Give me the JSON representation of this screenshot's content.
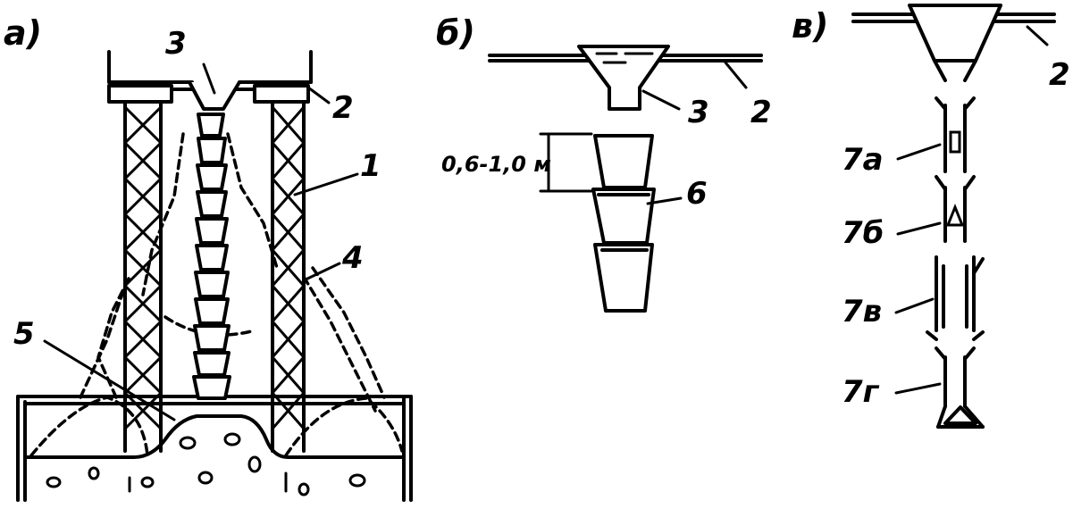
{
  "panels": {
    "a": {
      "letter": "а)",
      "labels": {
        "l1": "1",
        "l2": "2",
        "l3": "3",
        "l4": "4",
        "l5": "5"
      }
    },
    "b": {
      "letter": "б)",
      "labels": {
        "l2": "2",
        "l3": "3",
        "l6": "6"
      },
      "dimension": "0,6-1,0 м"
    },
    "v": {
      "letter": "в)",
      "labels": {
        "l2": "2",
        "l7a": "7а",
        "l7b": "7б",
        "l7v": "7в",
        "l7g": "7г"
      }
    }
  },
  "colors": {
    "ink": "#000000",
    "paper": "#ffffff"
  }
}
